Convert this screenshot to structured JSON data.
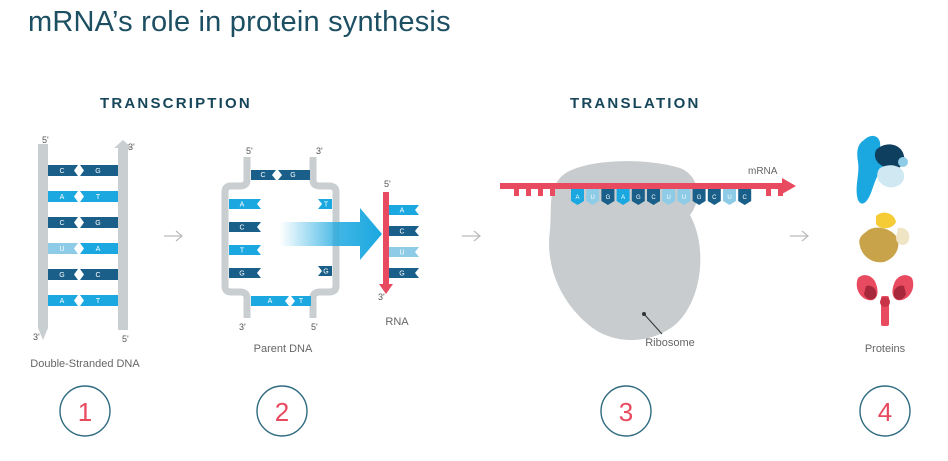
{
  "title": "mRNA’s role in protein synthesis",
  "sections": {
    "transcription": "TRANSCRIPTION",
    "translation": "TRANSLATION"
  },
  "step1": {
    "caption": "Double-Stranded DNA",
    "prime_top_left": "5'",
    "prime_top_right": "3'",
    "prime_bottom_left": "3'",
    "prime_bottom_right": "5'",
    "pairs": [
      [
        "C",
        "G"
      ],
      [
        "A",
        "T"
      ],
      [
        "C",
        "G"
      ],
      [
        "U",
        "A"
      ],
      [
        "G",
        "C"
      ],
      [
        "A",
        "T"
      ]
    ]
  },
  "step2": {
    "caption": "Parent DNA",
    "prime_top_left": "5'",
    "prime_top_right": "3'",
    "prime_bottom_left": "3'",
    "prime_bottom_right": "5'",
    "top_pair": [
      "C",
      "G"
    ],
    "bottom_pair": [
      "A",
      "T"
    ],
    "left_bases": [
      "A",
      "C",
      "T",
      "G"
    ],
    "right_bases": [
      "T",
      "G"
    ]
  },
  "rna": {
    "caption": "RNA",
    "prime_top": "5'",
    "prime_bottom": "3'",
    "bases": [
      "A",
      "C",
      "U",
      "G"
    ]
  },
  "step3": {
    "mrna_label": "mRNA",
    "ribosome_label": "Ribosome",
    "codons": [
      "A",
      "U",
      "G",
      "A",
      "G",
      "C",
      "U",
      "U",
      "G",
      "C",
      "U",
      "C"
    ]
  },
  "step4": {
    "caption": "Proteins"
  },
  "step_numbers": [
    "1",
    "2",
    "3",
    "4"
  ],
  "colors": {
    "title": "#1d4f63",
    "dark_blue": "#1a5f8a",
    "light_blue": "#1ba8e0",
    "pale_blue": "#8ecbe6",
    "navy": "#0f3f5e",
    "red": "#e84a5f",
    "backbone": "#c9ced1",
    "ribosome": "#c8ccce",
    "gold": "#c9a34a",
    "yellow": "#f5cc35"
  }
}
